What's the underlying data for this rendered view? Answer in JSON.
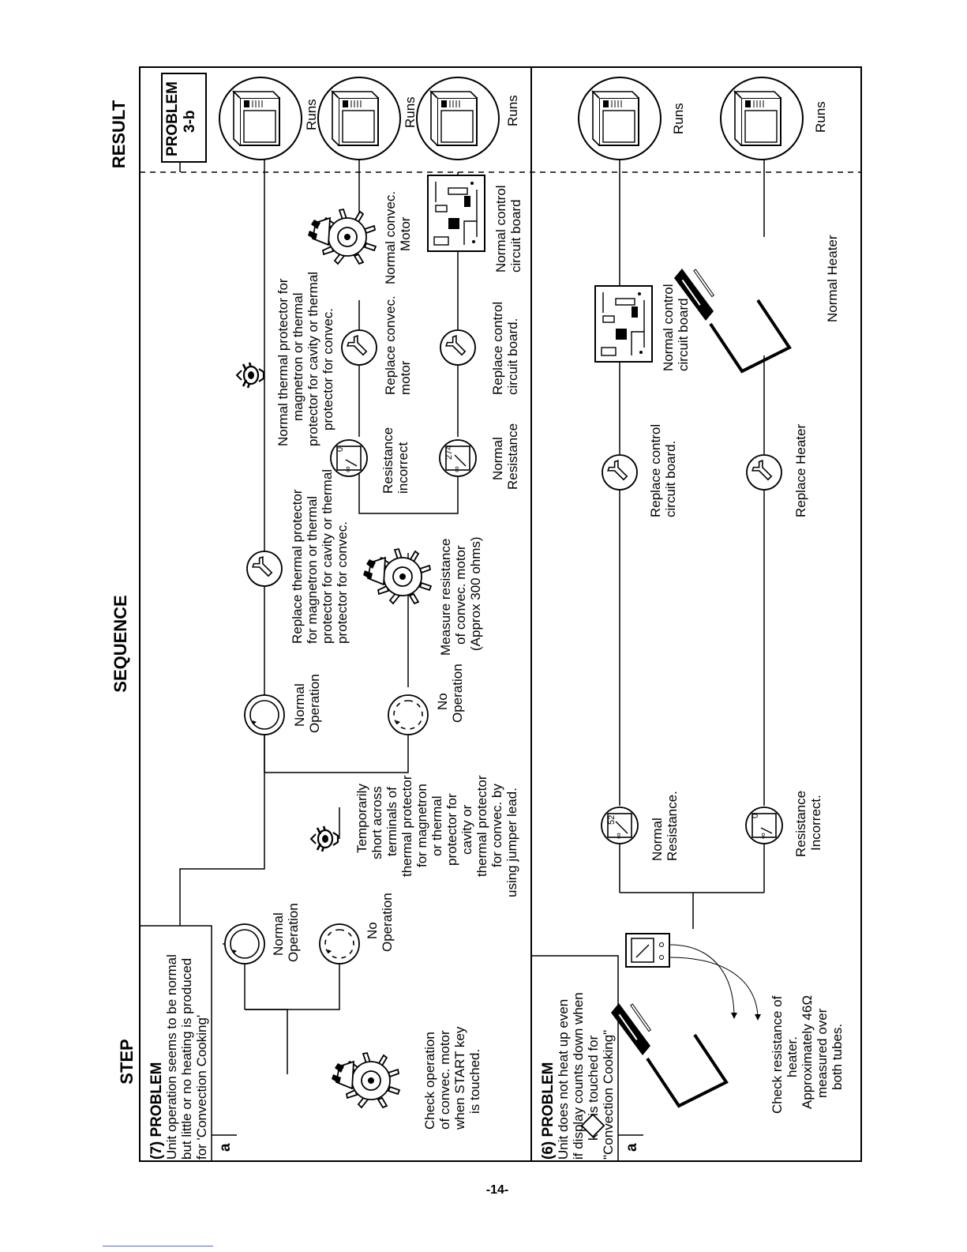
{
  "headers": {
    "step": "STEP",
    "sequence": "SEQUENCE",
    "result": "RESULT"
  },
  "problem7": {
    "title": "(7) PROBLEM",
    "desc": [
      "Unit operation seems to be normal",
      "but little or no heating is produced",
      "for 'Convection Cooking'"
    ],
    "label_a": "a",
    "check": [
      "Check operation",
      "of convec. motor",
      "when START key",
      "is touched."
    ],
    "normal_op": [
      "Normal",
      "Operation"
    ],
    "no_op": [
      "No",
      "Operation"
    ],
    "short": [
      "Temporarily",
      "short across",
      "terminals of",
      "thermal protector",
      "for magnetron",
      "or thermal",
      "protector for",
      "cavity or",
      "thermal protector",
      "for convec. by",
      "using jumper lead."
    ],
    "normal_op2": [
      "Normal",
      "Operation"
    ],
    "no_op2": [
      "No",
      "Operation"
    ],
    "replace_thermal": [
      "Replace thermal protector",
      "for magnetron or thermal",
      "protector for cavity or thermal",
      "protector for convec."
    ],
    "normal_thermal": [
      "Normal thermal protector for",
      "magnetron or thermal",
      "protector for cavity or thermal",
      "protector for convec."
    ],
    "measure": [
      "Measure resistance",
      "of convec. motor",
      "(Approx 300 ohms)"
    ],
    "res_incorrect": [
      "Resistance",
      "incorrect"
    ],
    "normal_res": [
      "Normal",
      "Resistance"
    ],
    "replace_motor": [
      "Replace convec.",
      "motor"
    ],
    "normal_motor": [
      "Normal convec.",
      "Motor"
    ],
    "replace_board": [
      "Replace control",
      "circuit board."
    ],
    "normal_board": [
      "Normal control",
      "circuit board"
    ],
    "meter_274": "274",
    "problem_ref": [
      "PROBLEM",
      "3-b"
    ],
    "runs": "Runs"
  },
  "problem6": {
    "title": "(6) PROBLEM",
    "desc": [
      "Unit does not heat up even",
      "if display counts down when",
      "key is touched for",
      "\"Convection Cooking\""
    ],
    "label_a": "a",
    "check_heater": [
      "Check resistance of",
      "heater.",
      "Approximately 46Ω",
      "measured over",
      "both tubes."
    ],
    "normal_res": [
      "Normal",
      "Resistance."
    ],
    "res_incorrect": [
      "Resistance",
      "Incorrect."
    ],
    "replace_board": [
      "Replace control",
      "circuit board."
    ],
    "replace_heater": [
      "Replace Heater"
    ],
    "normal_board": [
      "Normal control",
      "circuit board"
    ],
    "normal_heater": [
      "Normal Heater"
    ],
    "meter_52": "52",
    "runs": "Runs"
  },
  "symbols": {
    "infinity": "∞",
    "zero": "0"
  },
  "page_number": "-14-"
}
